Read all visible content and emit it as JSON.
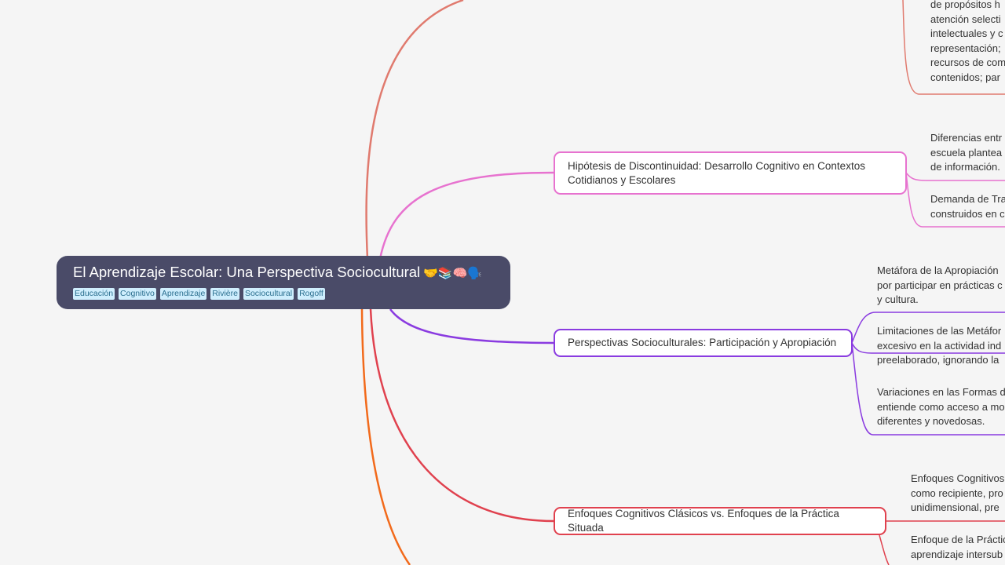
{
  "colors": {
    "root_bg": "#4a4b68",
    "tag_bg": "#cfeefd",
    "branch_salmon": "#e07a6e",
    "branch_pink": "#e772cf",
    "branch_purple": "#8a3be0",
    "branch_red": "#e0414e",
    "branch_orange": "#f26a1b"
  },
  "root": {
    "title": "El Aprendizaje Escolar: Una Perspectiva Sociocultural",
    "emojis": "🤝📚🧠🗣️",
    "tags": [
      "Educación",
      "Cognitivo",
      "Aprendizaje",
      "Rivière",
      "Sociocultural",
      "Rogoff"
    ]
  },
  "top_leaf": {
    "lines": [
      "de propósitos h",
      "atención selecti",
      "intelectuales y c",
      "representación;",
      "recursos de com",
      "contenidos; par"
    ]
  },
  "topics": [
    {
      "label_lines": [
        "Hipótesis de Discontinuidad: Desarrollo Cognitivo en Contextos",
        "Cotidianos y Escolares"
      ],
      "leaves": [
        {
          "lines": [
            "Diferencias entr",
            "escuela plantea",
            "de información."
          ]
        },
        {
          "lines": [
            "Demanda de Tra",
            "construidos en c"
          ]
        }
      ]
    },
    {
      "label_lines": [
        "Perspectivas Socioculturales: Participación y Apropiación"
      ],
      "leaves": [
        {
          "lines": [
            "Metáfora de la Apropiación",
            "por participar en prácticas c",
            "y cultura."
          ]
        },
        {
          "lines": [
            "Limitaciones de las Metáfor",
            "excesivo en la actividad ind",
            "preelaborado, ignorando la"
          ]
        },
        {
          "lines": [
            "Variaciones en las Formas d",
            "entiende como acceso a mo",
            "diferentes y novedosas."
          ]
        }
      ]
    },
    {
      "label_lines": [
        "Enfoques Cognitivos Clásicos vs. Enfoques de la Práctica Situada"
      ],
      "leaves": [
        {
          "lines": [
            "Enfoques Cognitivos",
            "como recipiente, pro",
            "unidimensional, pre"
          ]
        },
        {
          "lines": [
            "Enfoque de la Práctic",
            "aprendizaje intersub"
          ]
        }
      ]
    }
  ]
}
